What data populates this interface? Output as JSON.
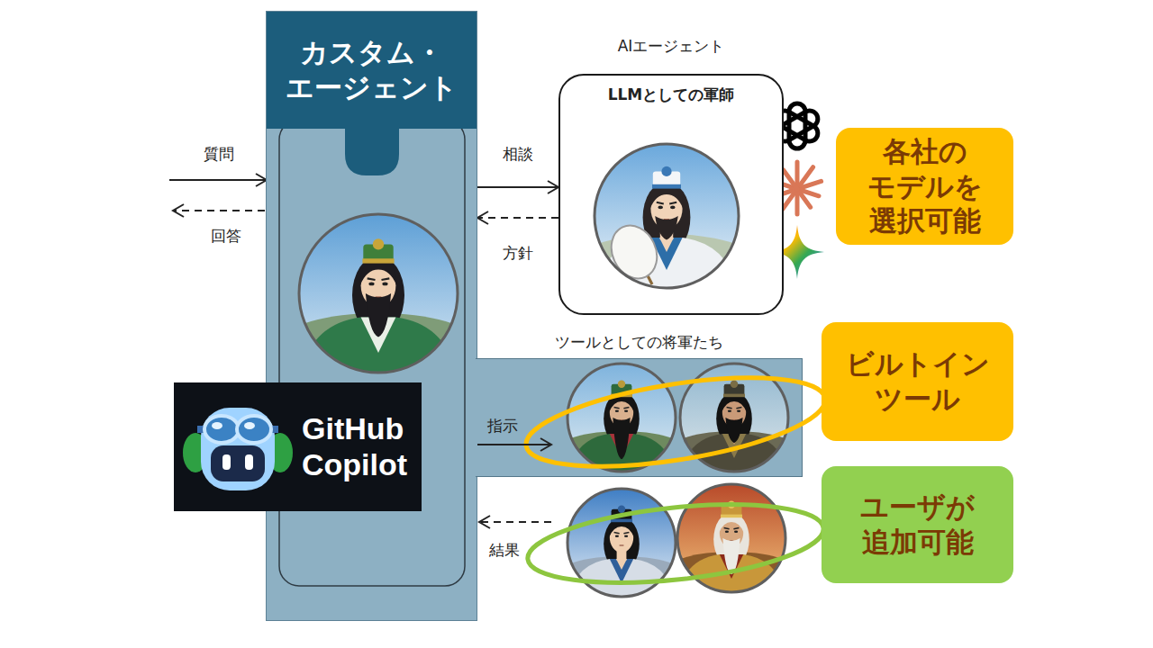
{
  "diagram": {
    "nodes": [
      {
        "text": [
          "カスタム・エージェント"
        ]
      },
      {
        "text": [
          "AIエージェント",
          "LLMとしての軍師"
        ]
      },
      {
        "text": [
          "ツールとしての将軍たち"
        ]
      },
      {
        "text": [
          "各社のモデルを選択可能"
        ]
      },
      {
        "text": [
          "ビルトインツール"
        ]
      },
      {
        "text": [
          "ユーザが追加可能"
        ]
      },
      {
        "text": [
          "GitHub Copilot"
        ]
      }
    ],
    "edges": [
      {
        "from": 0,
        "to": 1,
        "label": "相談",
        "arrow": "to"
      },
      {
        "from": 1,
        "to": 0,
        "label": "方針",
        "arrow": "to"
      }
    ],
    "labels": [
      "質問",
      "回答",
      "指示",
      "結果"
    ]
  }
}
